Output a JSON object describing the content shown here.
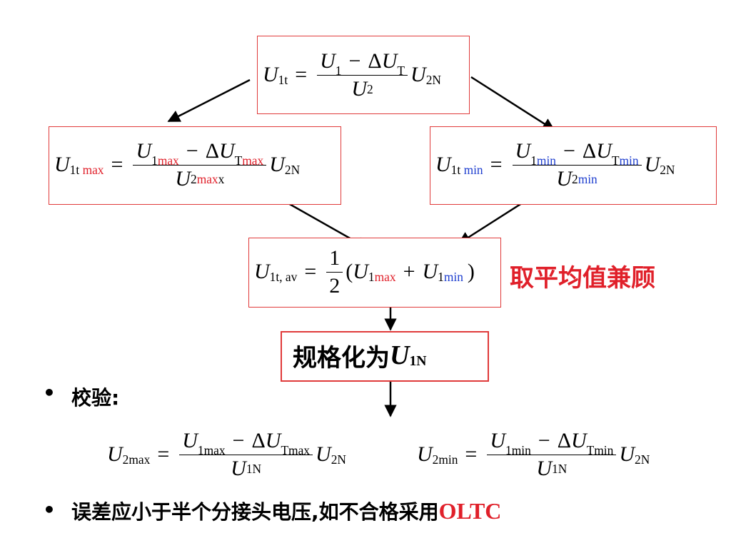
{
  "symbols": {
    "U": "U",
    "delta": "Δ",
    "minus": "−",
    "equals": "=",
    "plus": "+",
    "lparen": "(",
    "rparen": ")",
    "one": "1",
    "two": "2"
  },
  "subscripts": {
    "one_t": "1t",
    "one": "1",
    "two": "2",
    "T": "T",
    "twoN": "2N",
    "oneN": "1N",
    "max": "max",
    "min": "min",
    "maxx_x": "x",
    "one_t_av": "1t, av",
    "two_max": "2max",
    "two_min": "2min",
    "one_max": "1max",
    "one_min": "1min",
    "T_max": "Tmax",
    "T_min": "Tmin"
  },
  "labels": {
    "average_note": "取平均值兼顾",
    "normalize_prefix": "规格化为",
    "bullet_char": "•",
    "check_label": "校验:",
    "error_note": "误差应小于半个分接头电压,如不合格采用",
    "oltc": "OLTC"
  },
  "colors": {
    "box_border": "#e03a3a",
    "accent_red": "#e0202a",
    "accent_blue": "#1f3fcf"
  }
}
